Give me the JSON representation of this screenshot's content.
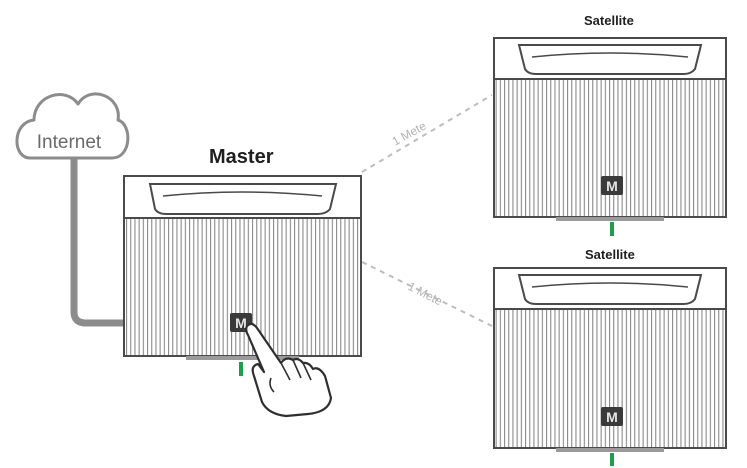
{
  "labels": {
    "internet": "Internet",
    "master": "Master",
    "satellite_top": "Satellite",
    "satellite_bottom": "Satellite",
    "distance_top": "1 Mete",
    "distance_bottom": "1 Mete"
  },
  "device_logo": "M",
  "colors": {
    "outline": "#4a4a4a",
    "cable": "#8c8c8c",
    "dashed_link": "#bdbdbd",
    "led_indicator": "#1e9e4a",
    "logo_badge": "#3a3a3a"
  },
  "icons": [
    "cloud-icon",
    "router-icon",
    "hand-pointer-icon",
    "device-logo-icon"
  ]
}
